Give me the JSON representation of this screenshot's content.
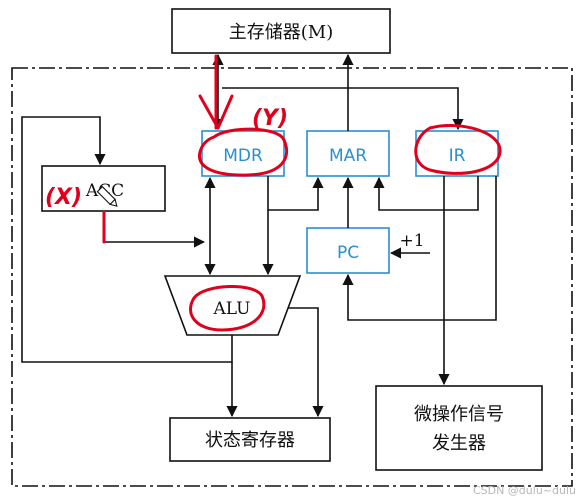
{
  "diagram": {
    "main_memory": "主存储器(M)",
    "mdr": "MDR",
    "mar": "MAR",
    "ir": "IR",
    "acc": "ACC",
    "pc": "PC",
    "plus_one": "+1",
    "alu": "ALU",
    "status_register": "状态寄存器",
    "micro_op_line1": "微操作信号",
    "micro_op_line2": "发生器",
    "annotation_y": "(Y)",
    "annotation_x": "(X)"
  },
  "watermark": "CSDN @dulu~dulu",
  "colors": {
    "register_blue": "#2a8fd0",
    "annotation_red": "#e0001b",
    "line_black": "#111111"
  }
}
